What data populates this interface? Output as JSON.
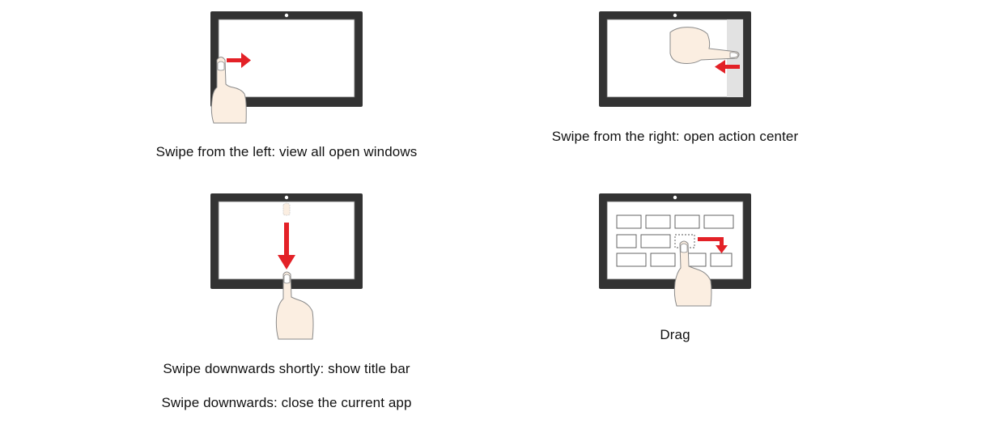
{
  "captions": {
    "swipe_left": "Swipe from the left: view all open windows",
    "swipe_right": "Swipe from the right: open action center",
    "swipe_down_short": "Swipe downwards shortly: show title bar",
    "swipe_down": "Swipe downwards: close the current app",
    "drag": "Drag"
  },
  "colors": {
    "tablet_frame": "#333333",
    "screen": "#ffffff",
    "arrow": "#e32127",
    "finger_fill": "#fbeee1",
    "finger_stroke": "#8a8a8a",
    "action_center": "#e2e2e2"
  },
  "icons": [
    "tablet-icon",
    "finger-icon",
    "arrow-right-icon",
    "arrow-left-icon",
    "arrow-down-icon",
    "drag-arrow-icon",
    "camera-icon"
  ]
}
